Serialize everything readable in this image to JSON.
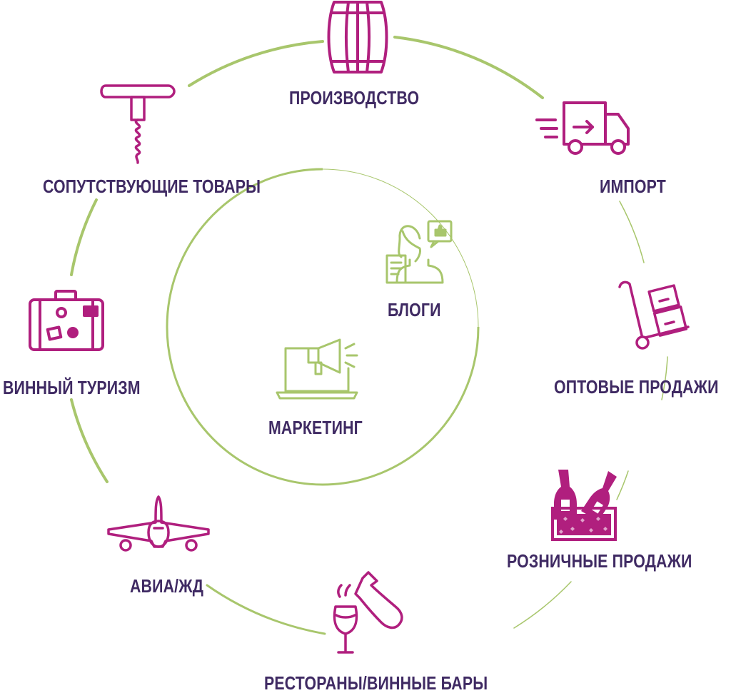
{
  "colors": {
    "primary": "#b01f7e",
    "accent_green": "#a8c66c",
    "label_text": "#3f2a63"
  },
  "outer_ring": {
    "items": [
      {
        "label": "ПРОИЗВОДСТВО",
        "icon": "barrel-icon"
      },
      {
        "label": "ИМПОРТ",
        "icon": "delivery-truck-icon"
      },
      {
        "label": "ОПТОВЫЕ ПРОДАЖИ",
        "icon": "hand-truck-boxes-icon"
      },
      {
        "label": "РОЗНИЧНЫЕ ПРОДАЖИ",
        "icon": "wine-crate-icon"
      },
      {
        "label": "РЕСТОРАНЫ/ВИННЫЕ БАРЫ",
        "icon": "wine-glass-bottle-icon"
      },
      {
        "label": "АВИА/ЖД",
        "icon": "airplane-icon"
      },
      {
        "label": "ВИННЫЙ ТУРИЗМ",
        "icon": "suitcase-icon"
      },
      {
        "label": "СОПУТСТВУЮЩИЕ ТОВАРЫ",
        "icon": "corkscrew-icon"
      }
    ]
  },
  "inner_ring": {
    "items": [
      {
        "label": "БЛОГИ",
        "icon": "blogger-icon"
      },
      {
        "label": "МАРКЕТИНГ",
        "icon": "laptop-megaphone-icon"
      }
    ]
  }
}
